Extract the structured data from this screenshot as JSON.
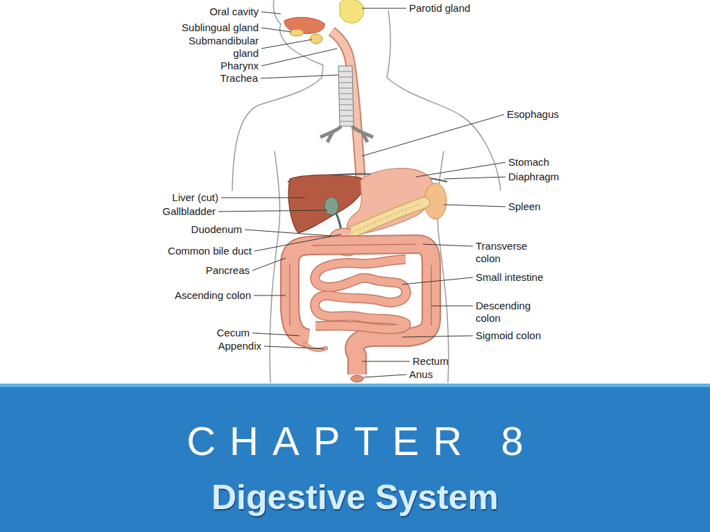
{
  "diagram": {
    "nodes": [
      {
        "text": [
          "CHAPTER 8",
          "Digestive System"
        ]
      }
    ],
    "labels": [
      "Oral cavity",
      "Parotid gland",
      "Sublingual gland",
      "Submandibular gland",
      "Pharynx",
      "Trachea",
      "Esophagus",
      "Stomach",
      "Diaphragm",
      "Liver (cut)",
      "Gallbladder",
      "Spleen",
      "Duodenum",
      "Common bile duct",
      "Transverse colon",
      "Pancreas",
      "Small intestine",
      "Ascending colon",
      "Descending colon",
      "Cecum",
      "Sigmoid colon",
      "Appendix",
      "Rectum",
      "Anus"
    ]
  }
}
